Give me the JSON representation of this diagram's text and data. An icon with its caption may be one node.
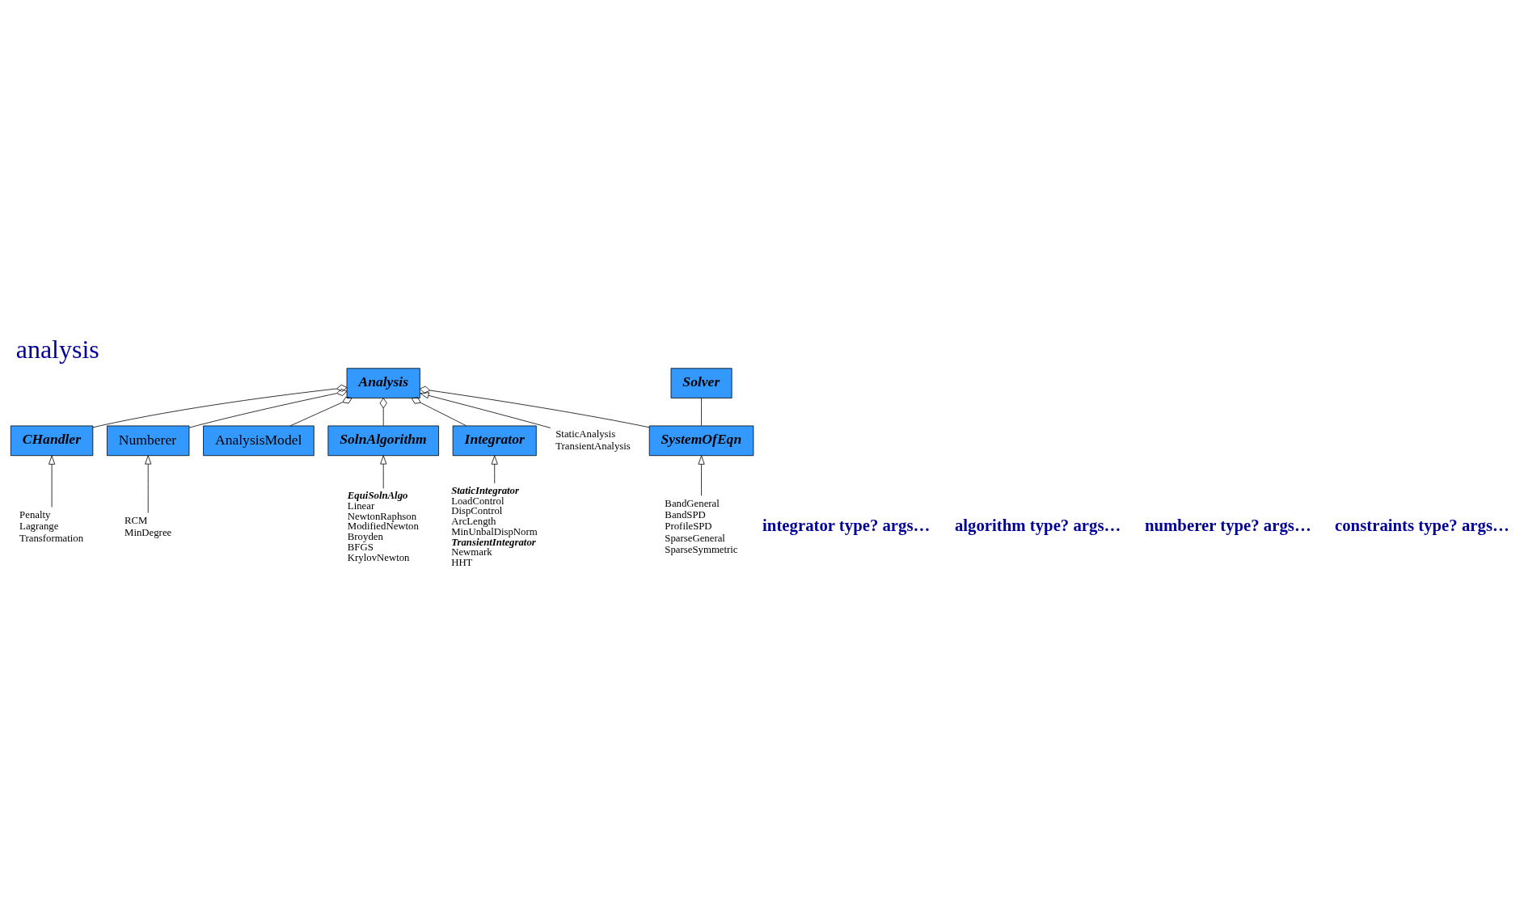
{
  "diagram": {
    "title": "analysis",
    "nodes": [
      {
        "text": [
          "Analysis"
        ]
      },
      {
        "text": [
          "Solver"
        ]
      },
      {
        "text": [
          "CHandler"
        ]
      },
      {
        "text": [
          "Numberer"
        ]
      },
      {
        "text": [
          "AnalysisModel"
        ]
      },
      {
        "text": [
          "SolnAlgorithm"
        ]
      },
      {
        "text": [
          "Integrator"
        ]
      },
      {
        "text": [
          "SystemOfEqn"
        ]
      },
      {
        "text": [
          "StaticAnalysis",
          "TransientAnalysis"
        ]
      },
      {
        "text": [
          "Penalty",
          "Lagrange",
          "Transformation"
        ]
      },
      {
        "text": [
          "RCM",
          "MinDegree"
        ]
      },
      {
        "text": [
          "EquiSolnAlgo",
          "Linear",
          "NewtonRaphson",
          "ModifiedNewton",
          "Broyden",
          "BFGS",
          "KrylovNewton"
        ]
      },
      {
        "text": [
          "StaticIntegrator",
          "LoadControl",
          "DispControl",
          "ArcLength",
          "MinUnbalDispNorm",
          "TransientIntegrator",
          "Newmark",
          "HHT"
        ]
      },
      {
        "text": [
          "BandGeneral",
          "BandSPD",
          "ProfileSPD",
          "SparseGeneral",
          "SparseSymmetric"
        ]
      }
    ],
    "edges": [
      {
        "from": 8,
        "to": 0,
        "arrow": "to"
      },
      {
        "from": 2,
        "to": 0,
        "arrow": "other"
      },
      {
        "from": 3,
        "to": 0,
        "arrow": "other"
      },
      {
        "from": 4,
        "to": 0,
        "arrow": "other"
      },
      {
        "from": 5,
        "to": 0,
        "arrow": "other"
      },
      {
        "from": 6,
        "to": 0,
        "arrow": "other"
      },
      {
        "from": 7,
        "to": 0,
        "arrow": "other"
      },
      {
        "from": 7,
        "to": 1,
        "arrow": "none"
      },
      {
        "from": 9,
        "to": 2,
        "arrow": "to"
      },
      {
        "from": 10,
        "to": 3,
        "arrow": "to"
      },
      {
        "from": 11,
        "to": 5,
        "arrow": "to"
      },
      {
        "from": 12,
        "to": 6,
        "arrow": "to"
      },
      {
        "from": 13,
        "to": 7,
        "arrow": "to"
      }
    ],
    "labels": [
      "constraints type? args…",
      "numberer type? args…",
      "algorithm type? args…",
      "integrator type? args…"
    ]
  }
}
